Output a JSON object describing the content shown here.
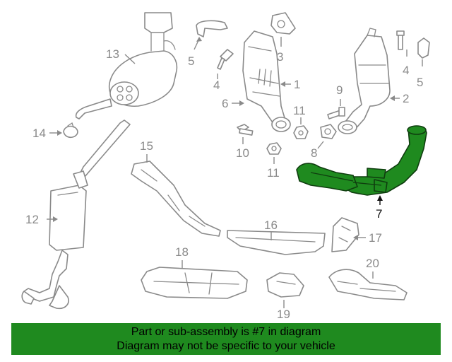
{
  "callouts": [
    {
      "id": "c1",
      "label": "1"
    },
    {
      "id": "c2",
      "label": "2"
    },
    {
      "id": "c3",
      "label": "3"
    },
    {
      "id": "c4a",
      "label": "4"
    },
    {
      "id": "c4b",
      "label": "4"
    },
    {
      "id": "c5a",
      "label": "5"
    },
    {
      "id": "c5b",
      "label": "5"
    },
    {
      "id": "c6",
      "label": "6"
    },
    {
      "id": "c7",
      "label": "7"
    },
    {
      "id": "c8",
      "label": "8"
    },
    {
      "id": "c9",
      "label": "9"
    },
    {
      "id": "c10",
      "label": "10"
    },
    {
      "id": "c11a",
      "label": "11"
    },
    {
      "id": "c11b",
      "label": "11"
    },
    {
      "id": "c12",
      "label": "12"
    },
    {
      "id": "c13",
      "label": "13"
    },
    {
      "id": "c14",
      "label": "14"
    },
    {
      "id": "c15",
      "label": "15"
    },
    {
      "id": "c16",
      "label": "16"
    },
    {
      "id": "c17",
      "label": "17"
    },
    {
      "id": "c18",
      "label": "18"
    },
    {
      "id": "c19",
      "label": "19"
    },
    {
      "id": "c20",
      "label": "20"
    }
  ],
  "highlight": {
    "part_number": "7",
    "color": "#1f8a1f"
  },
  "banner": {
    "line1": "Part or sub-assembly is #7 in diagram",
    "line2": "Diagram may not be specific to your vehicle",
    "color": "#1f8a1f"
  }
}
